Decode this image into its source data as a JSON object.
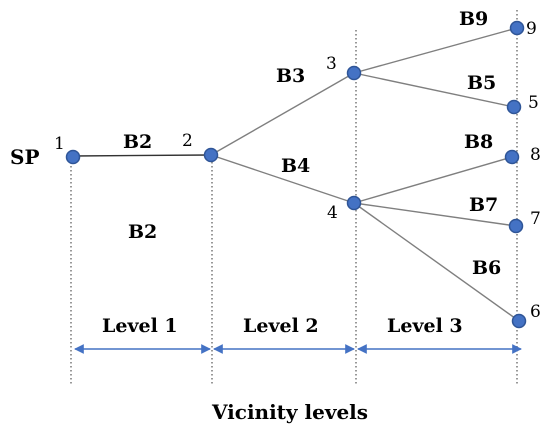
{
  "diagram": {
    "source_label": "SP",
    "caption": "Vicinity levels",
    "nodes": [
      {
        "id": "1",
        "label": "1"
      },
      {
        "id": "2",
        "label": "2"
      },
      {
        "id": "3",
        "label": "3"
      },
      {
        "id": "4",
        "label": "4"
      },
      {
        "id": "5",
        "label": "5"
      },
      {
        "id": "6",
        "label": "6"
      },
      {
        "id": "7",
        "label": "7"
      },
      {
        "id": "8",
        "label": "8"
      },
      {
        "id": "9",
        "label": "9"
      }
    ],
    "edges": [
      {
        "from": "1",
        "to": "2",
        "label": "B2"
      },
      {
        "from": "2",
        "to": "3",
        "label": "B3"
      },
      {
        "from": "2",
        "to": "4",
        "label": "B4"
      },
      {
        "from": "3",
        "to": "9",
        "label": "B9"
      },
      {
        "from": "3",
        "to": "5",
        "label": "B5"
      },
      {
        "from": "4",
        "to": "8",
        "label": "B8"
      },
      {
        "from": "4",
        "to": "7",
        "label": "B7"
      },
      {
        "from": "4",
        "to": "6",
        "label": "B6"
      }
    ],
    "region_label": "B2",
    "levels": [
      {
        "label": "Level 1"
      },
      {
        "label": "Level 2"
      },
      {
        "label": "Level 3"
      }
    ],
    "colors": {
      "node_fill": "#4472c4",
      "node_stroke": "#2f5597",
      "arrow": "#4472c4",
      "edge": "#7f7f7f",
      "guide": "#555555"
    }
  }
}
